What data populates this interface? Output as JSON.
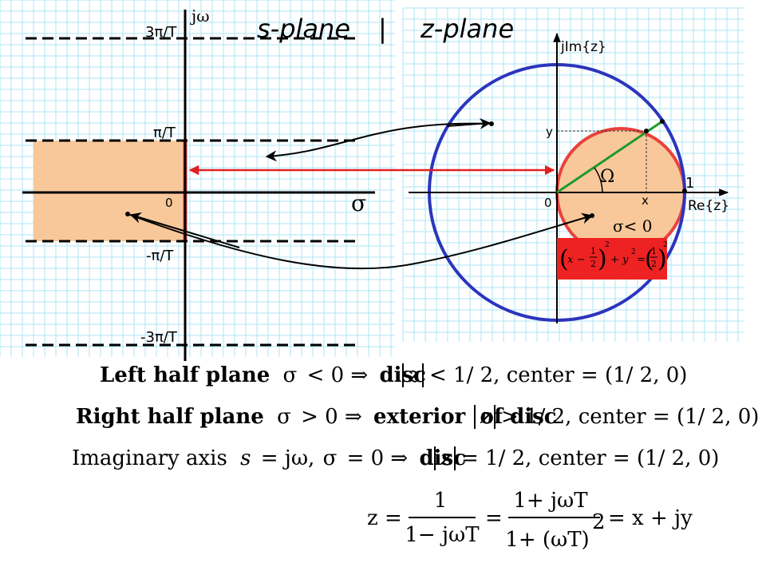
{
  "title": {
    "s_plane": "s-plane",
    "divider": "|",
    "z_plane": "z-plane"
  },
  "s_plane": {
    "imag_axis_label": "jω",
    "real_axis_label": "σ",
    "origin_label": "0",
    "tick_3pi": "3π/T",
    "tick_pi": "π/T",
    "tick_neg_pi": "-π/T",
    "tick_neg_3pi": "-3π/T"
  },
  "z_plane": {
    "imag_axis_label": "jIm{z}",
    "real_axis_label": "Re{z}",
    "origin_label": "0",
    "unit_label": "1",
    "x_label": "x",
    "y_label": "y",
    "angle_label": "Ω",
    "sigma_condition": "σ< 0",
    "circle_equation": {
      "x_term": "x −",
      "half_num": "1",
      "half_den": "2",
      "exp": "2",
      "y_term": "+ y",
      "equals": "="
    }
  },
  "colors": {
    "grid": "#aee6f4",
    "shade_fill": "#f9c89a",
    "shade_red": "#e8423e",
    "blue_circle": "#2b35bd",
    "green_line": "#1f9a2a",
    "mapping_arrow": "#e02020",
    "equation_box": "#ee2222"
  },
  "equations": {
    "left_half": {
      "part1": "Left half plane",
      "sigma": "σ",
      "cond": "< 0 ⇒",
      "part2": "disc",
      "z": "z",
      "rest": "< 1/ 2, center = (1/ 2, 0)"
    },
    "right_half": {
      "part1": "Right half plane",
      "sigma": "σ",
      "cond": "> 0 ⇒",
      "part2": "exterior",
      "part3": "of disc",
      "z": "z",
      "rest": "> 1/ 2, center = (1/ 2, 0)"
    },
    "imag_axis": {
      "part1": "Imaginary axis",
      "s": "s",
      "eq1": "= jω,",
      "sigma": "σ",
      "cond": "= 0 ⇒",
      "part2": "disc",
      "z": "z",
      "rest": "= 1/ 2, center = (1/ 2, 0)"
    },
    "mapping": {
      "lhs": "z =",
      "f1_num": "1",
      "f1_den": "1− jωT",
      "eq": "=",
      "f2_num": "1+ jωT",
      "f2_den": "1+ (ωT)",
      "f2_exp": "2",
      "rhs": "= x + jy"
    }
  }
}
